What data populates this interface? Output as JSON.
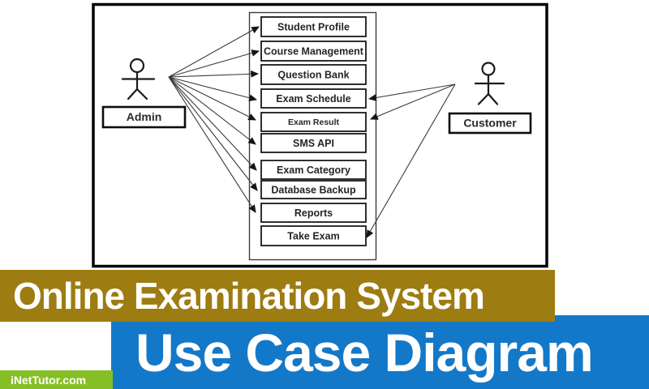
{
  "diagram": {
    "actors": [
      {
        "name": "Admin"
      },
      {
        "name": "Customer"
      }
    ],
    "use_cases": [
      "Student Profile",
      "Course Management",
      "Question Bank",
      "Exam Schedule",
      "Exam Result",
      "SMS API",
      "Exam Category",
      "Database Backup",
      "Reports",
      "Take Exam"
    ],
    "connections": {
      "admin": [
        "Student Profile",
        "Course Management",
        "Question Bank",
        "Exam Schedule",
        "Exam Result",
        "SMS API",
        "Exam Category",
        "Database Backup",
        "Reports"
      ],
      "customer": [
        "Exam Schedule",
        "Exam Result",
        "Take Exam"
      ]
    }
  },
  "banners": {
    "subtitle": "Online Examination System",
    "title": "Use Case Diagram",
    "watermark": "iNetTutor.com",
    "colors": {
      "subtitle_bg": "#9d7c11",
      "title_bg": "#1478c8",
      "watermark_bg": "#86bf25",
      "banner_text": "#ffffff"
    }
  }
}
